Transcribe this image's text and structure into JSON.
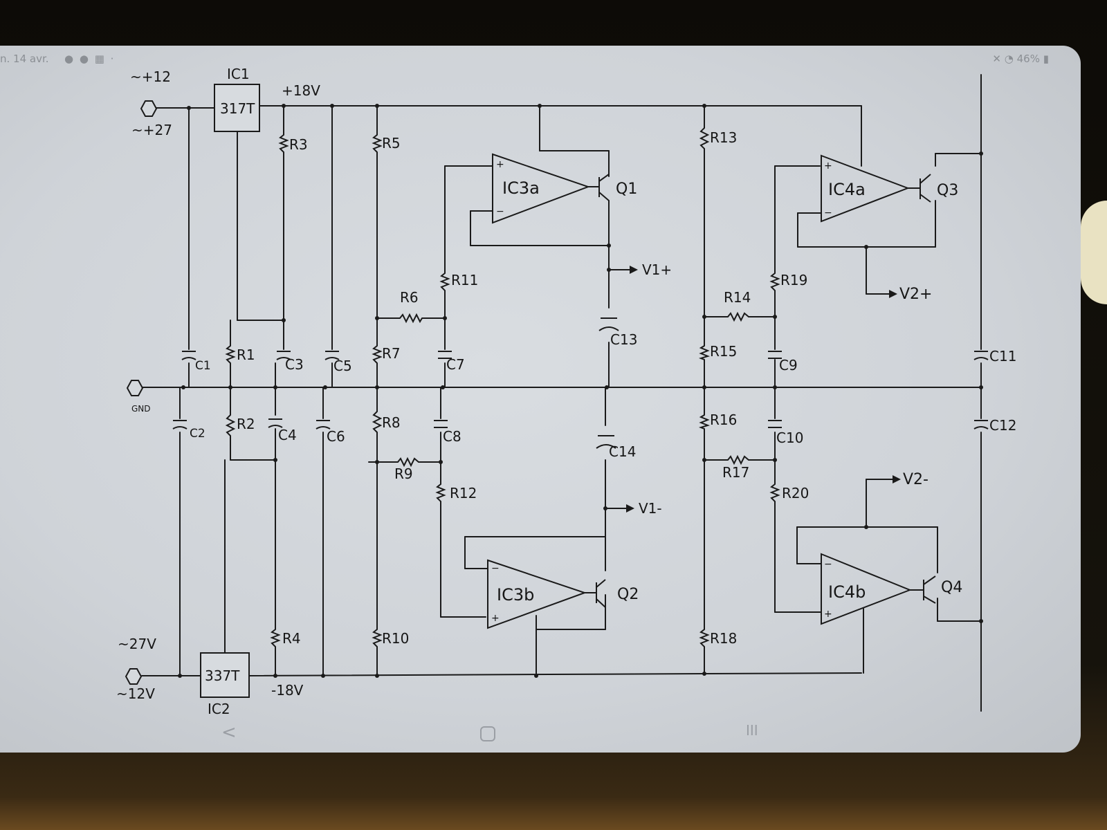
{
  "status": {
    "date": "n. 14 avr.",
    "left_icons": [
      "circle-icon",
      "circle-icon",
      "grid-icon",
      "dot-icon"
    ],
    "right": "46%"
  },
  "nav": {
    "back": "<",
    "recents": "III"
  },
  "schematic": {
    "ic1": "IC1",
    "ic1_part": "317T",
    "ic2": "IC2",
    "ic2_part": "337T",
    "in_pos_a": "~+12",
    "in_pos_b": "~+27",
    "in_neg_a": "~27V",
    "in_neg_b": "~12V",
    "gnd": "GND",
    "rail_pos": "+18V",
    "rail_neg": "-18V",
    "R1": "R1",
    "R2": "R2",
    "R3": "R3",
    "R4": "R4",
    "R5": "R5",
    "R6": "R6",
    "R7": "R7",
    "R8": "R8",
    "R9": "R9",
    "R10": "R10",
    "R11": "R11",
    "R12": "R12",
    "R13": "R13",
    "R14": "R14",
    "R15": "R15",
    "R16": "R16",
    "R17": "R17",
    "R18": "R18",
    "R19": "R19",
    "R20": "R20",
    "C1": "C1",
    "C2": "C2",
    "C3": "C3",
    "C4": "C4",
    "C5": "C5",
    "C6": "C6",
    "C7": "C7",
    "C8": "C8",
    "C9": "C9",
    "C10": "C10",
    "C11": "C11",
    "C12": "C12",
    "C13": "C13",
    "C14": "C14",
    "IC3a": "IC3a",
    "IC3b": "IC3b",
    "IC4a": "IC4a",
    "IC4b": "IC4b",
    "Q1": "Q1",
    "Q2": "Q2",
    "Q3": "Q3",
    "Q4": "Q4",
    "V1p": "V1+",
    "V1m": "V1-",
    "V2p": "V2+",
    "V2m": "V2-",
    "plus": "+",
    "minus": "−"
  }
}
